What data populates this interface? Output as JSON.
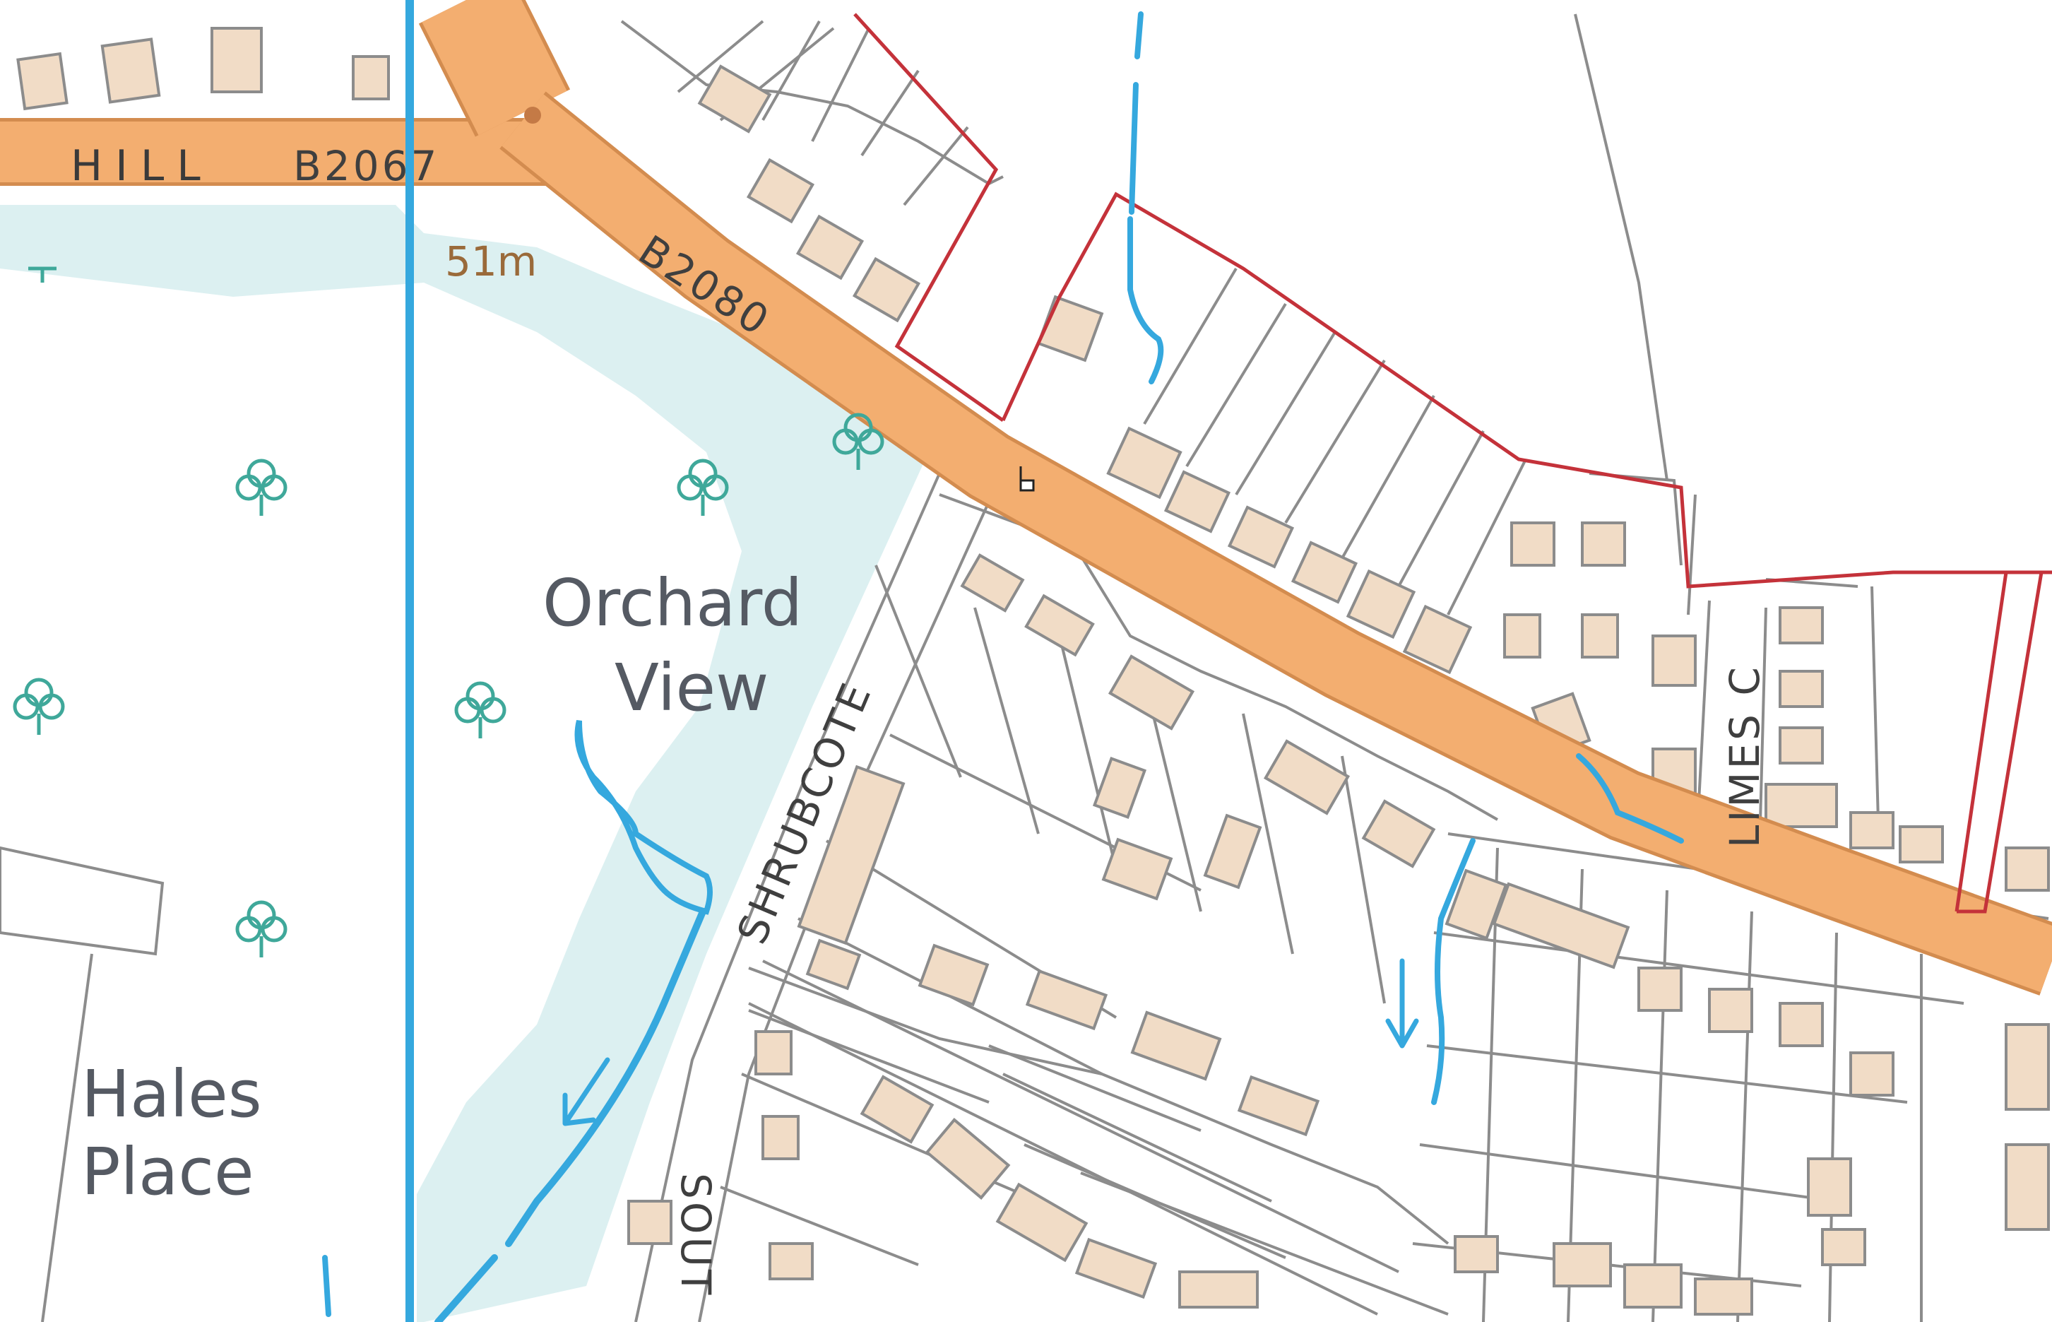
{
  "map": {
    "colors": {
      "road": "#f3ae70",
      "road_edge": "#d38c4f",
      "water": "#35a8de",
      "woodland": "#dcf0f1",
      "building": "#f1dcc6",
      "boundary": "#c4323a",
      "plot_line": "#8c8c8c"
    },
    "labels": {
      "road_hill": "HILL",
      "road_b2067": "B2067",
      "road_b2080": "B2080",
      "spot_height": "51m",
      "orchard_view_line1": "Orchard",
      "orchard_view_line2": "View",
      "shrubcote": "SHRUBCOTE",
      "limes_close": "LIMES C",
      "hales_place_line1": "Hales",
      "hales_place_line2": "Place",
      "south_road": "SOUT"
    },
    "icons": {
      "tree": "deciduous-tree-icon",
      "postbox": "post-box-icon",
      "roundabout": "mini-roundabout-icon",
      "flow_arrow": "flow-direction-arrow-icon"
    }
  }
}
